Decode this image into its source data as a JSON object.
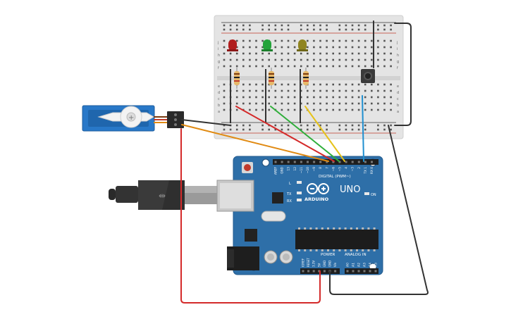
{
  "arduino": {
    "brand": "ARDUINO",
    "model": "UNO",
    "digital_header_label": "DIGITAL (PWM~)",
    "power_label": "POWER",
    "analog_label": "ANALOG IN",
    "on_label": "ON",
    "tx_label": "TX",
    "rx_label": "RX",
    "l_label": "L",
    "top_pins": [
      "AREF",
      "GND",
      "13",
      "12",
      "~11",
      "~10",
      "~9",
      "8",
      "7",
      "~6",
      "~5",
      "4",
      "~3",
      "2",
      "TX 1",
      "RX 0"
    ],
    "power_pins": [
      "IOREF",
      "RESET",
      "3.3V",
      "5V",
      "GND",
      "GND",
      "Vin"
    ],
    "analog_pins": [
      "A0",
      "A1",
      "A2",
      "A3",
      "A4",
      "A5"
    ]
  },
  "breadboard": {
    "row_letters_top": [
      "j",
      "i",
      "h",
      "g",
      "f"
    ],
    "row_letters_bottom": [
      "e",
      "d",
      "c",
      "b",
      "a"
    ]
  },
  "components": {
    "leds": [
      {
        "name": "red-led",
        "color": "#b01e1e"
      },
      {
        "name": "green-led",
        "color": "#23a33a"
      },
      {
        "name": "yellow-led",
        "color": "#8f8420"
      }
    ]
  },
  "colors": {
    "board": "#2e6fa8",
    "board_dark": "#23598b",
    "wire_red": "#d42a2a",
    "wire_green": "#2fae3a",
    "wire_yellow": "#e6c21a",
    "wire_orange": "#e08a12",
    "wire_blue": "#1f8fd0",
    "wire_black": "#333333",
    "servo_body": "#2878c8"
  }
}
